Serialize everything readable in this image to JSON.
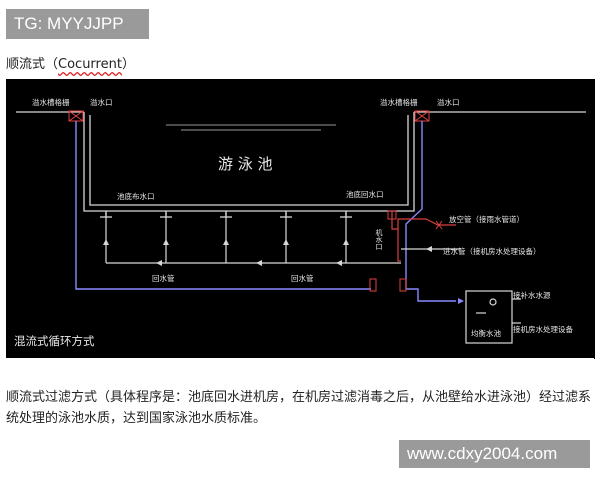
{
  "watermark_top": "TG: MYYJJPP",
  "heading": {
    "prefix": "顺流式（",
    "en": "Cocurrent",
    "suffix": "）"
  },
  "diagram": {
    "labels": {
      "overflow_grille_left": "溢水槽格栅",
      "overflow_outlet_left": "溢水口",
      "overflow_grille_right": "溢水槽格栅",
      "overflow_outlet_right": "溢水口",
      "pool": "游 泳 池",
      "pool_bottom_inlet": "池底布水口",
      "pool_bottom_return": "池底回水口",
      "drain_valve": "放空管（接雨水管道）",
      "inlet_pipe": "进水管（接机房水处理设备）",
      "return_pipe_1": "回水管",
      "return_pipe_2": "回水管",
      "makeup_source": "接补水水源",
      "balance_tank": "均衡水池",
      "to_machine_room": "接机房水处理设备",
      "side_label": "机水口",
      "mode": "混流式循环方式"
    }
  },
  "caption": "顺流式过滤方式（具体程序是：池底回水进机房，在机房过滤消毒之后，从池壁给水进泳池）经过滤系统处理的泳池水质，达到国家泳池水质标准。",
  "watermark_bottom": "www.cdxy2004.com"
}
